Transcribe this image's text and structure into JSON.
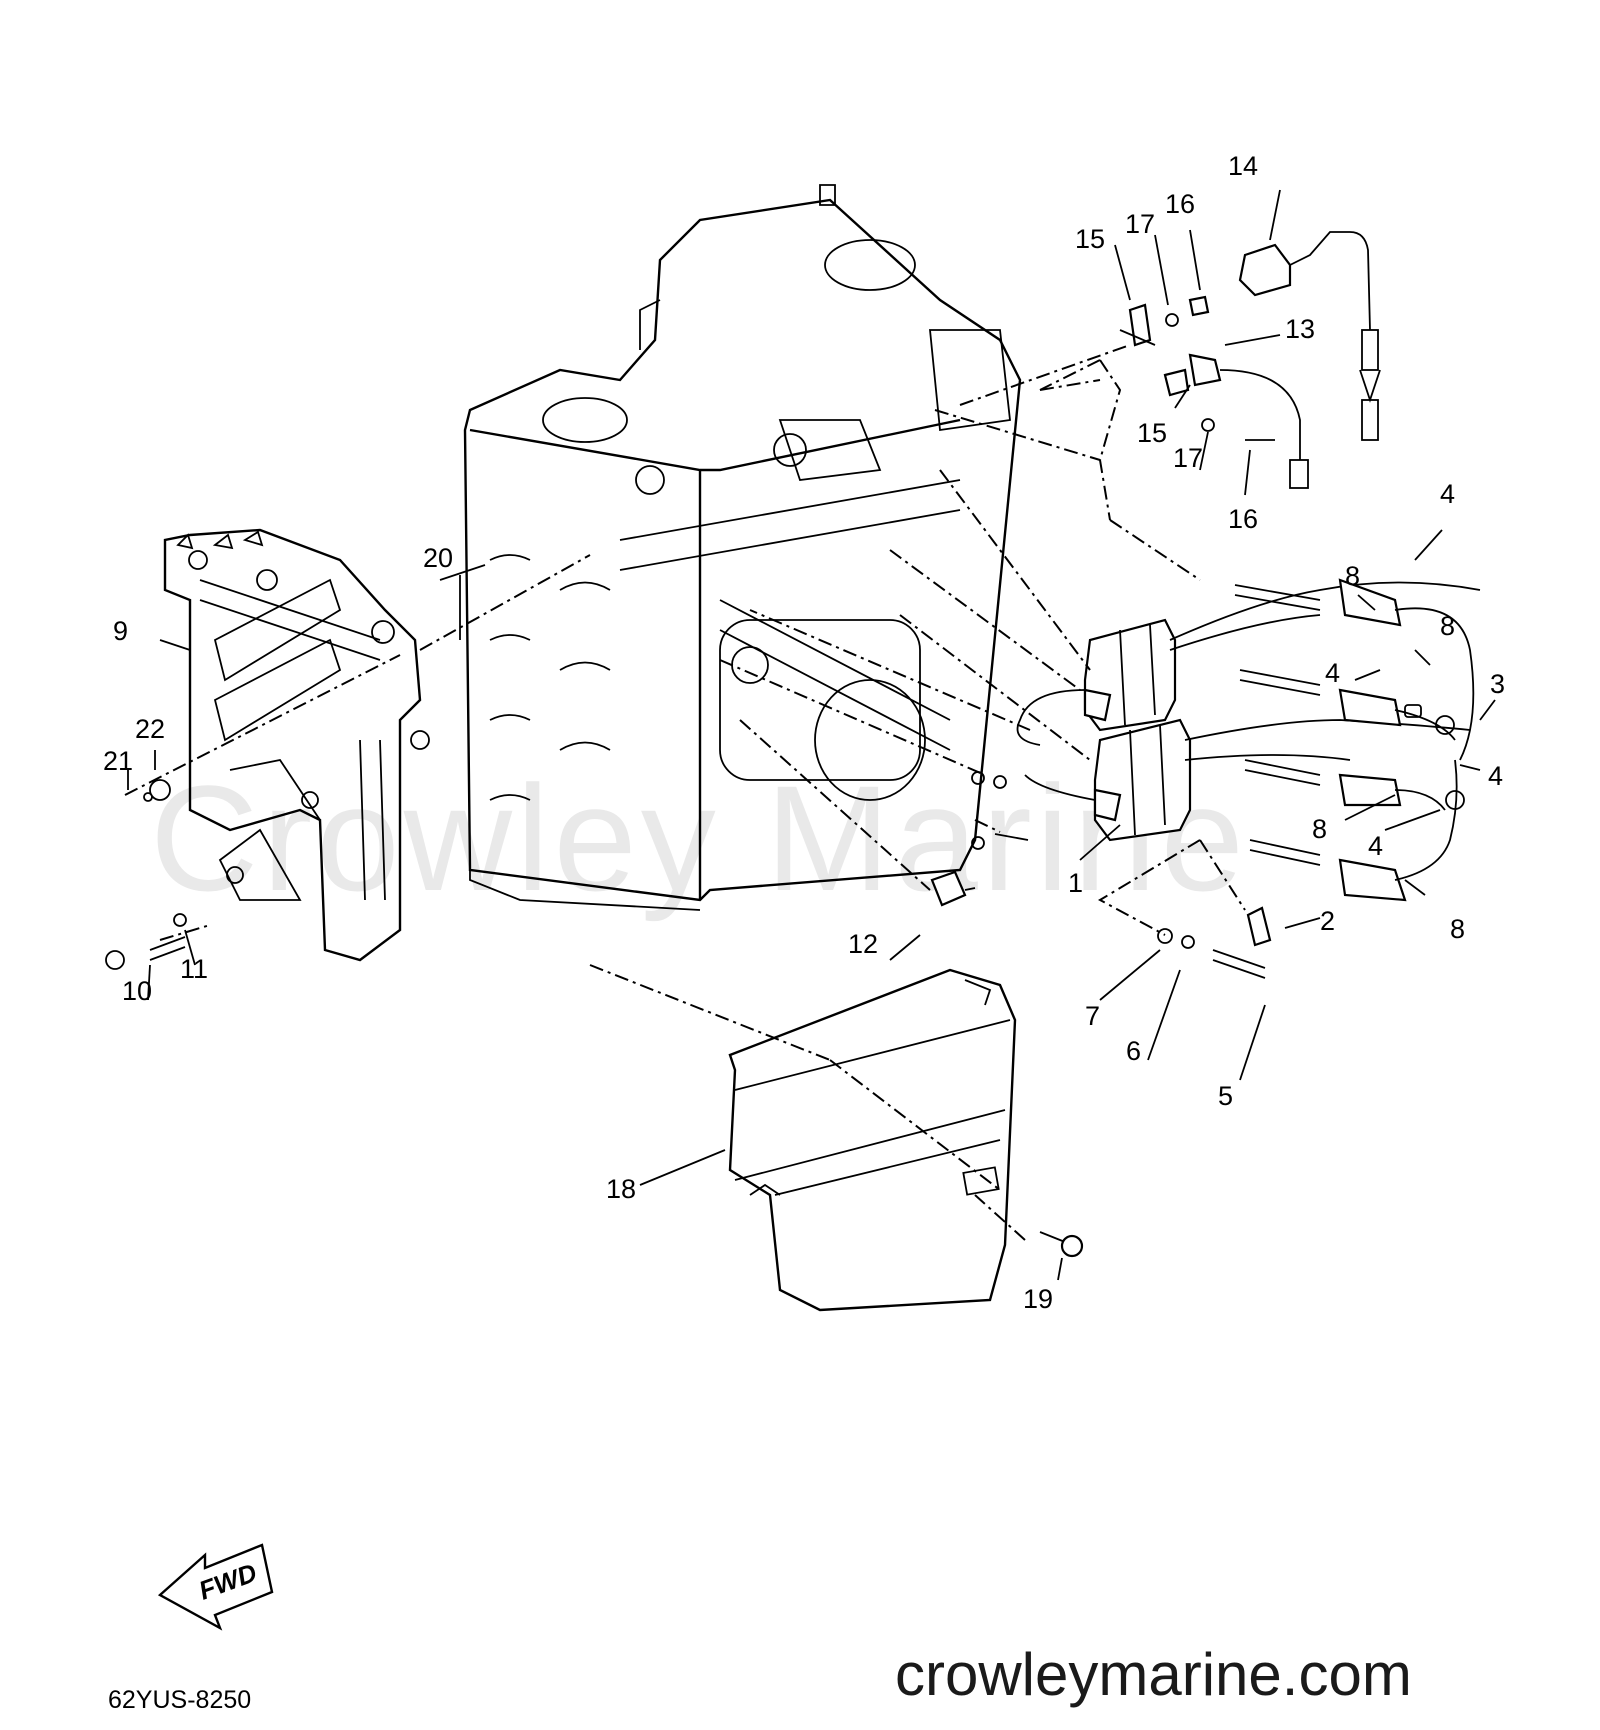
{
  "diagram": {
    "watermark": "Crowley Marine",
    "site_url": "crowleymarine.com",
    "diagram_code": "62YUS-8250",
    "fwd_label": "FWD",
    "callouts": [
      "1",
      "2",
      "3",
      "4",
      "4",
      "4",
      "4",
      "5",
      "6",
      "7",
      "8",
      "8",
      "8",
      "8",
      "9",
      "10",
      "11",
      "12",
      "13",
      "14",
      "15",
      "15",
      "16",
      "16",
      "17",
      "17",
      "18",
      "19",
      "20",
      "21",
      "22"
    ]
  }
}
